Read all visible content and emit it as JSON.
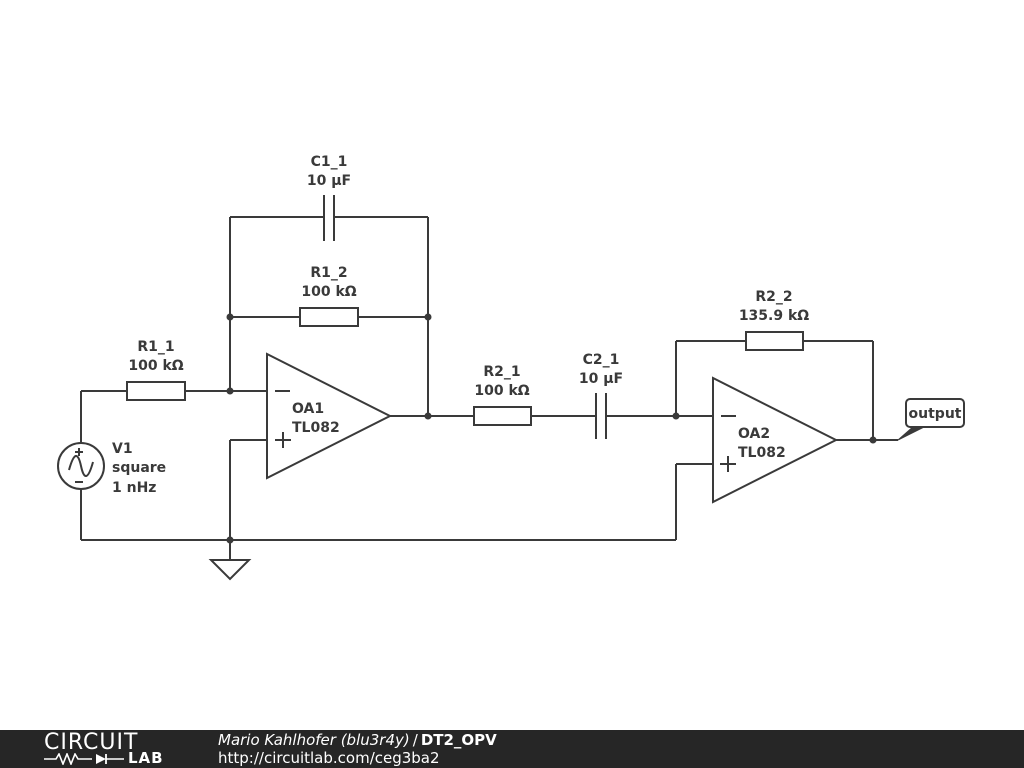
{
  "components": {
    "c1_1": {
      "name": "C1_1",
      "value": "10 µF"
    },
    "r1_2": {
      "name": "R1_2",
      "value": "100 kΩ"
    },
    "r1_1": {
      "name": "R1_1",
      "value": "100 kΩ"
    },
    "v1": {
      "name": "V1",
      "waveform": "square",
      "frequency": "1 nHz"
    },
    "oa1": {
      "name": "OA1",
      "model": "TL082"
    },
    "r2_1": {
      "name": "R2_1",
      "value": "100 kΩ"
    },
    "c2_1": {
      "name": "C2_1",
      "value": "10 µF"
    },
    "r2_2": {
      "name": "R2_2",
      "value": "135.9 kΩ"
    },
    "oa2": {
      "name": "OA2",
      "model": "TL082"
    },
    "output": {
      "label": "output"
    }
  },
  "footer": {
    "brand_top": "CIRCUIT",
    "brand_bottom": "LAB",
    "author": "Mario Kahlhofer (blu3r4y)",
    "separator": "/",
    "title": "DT2_OPV",
    "url": "http://circuitlab.com/ceg3ba2"
  },
  "colors": {
    "wire": "#3a3a3a",
    "footer_background": "#262626",
    "footer_text": "#ffffff"
  }
}
